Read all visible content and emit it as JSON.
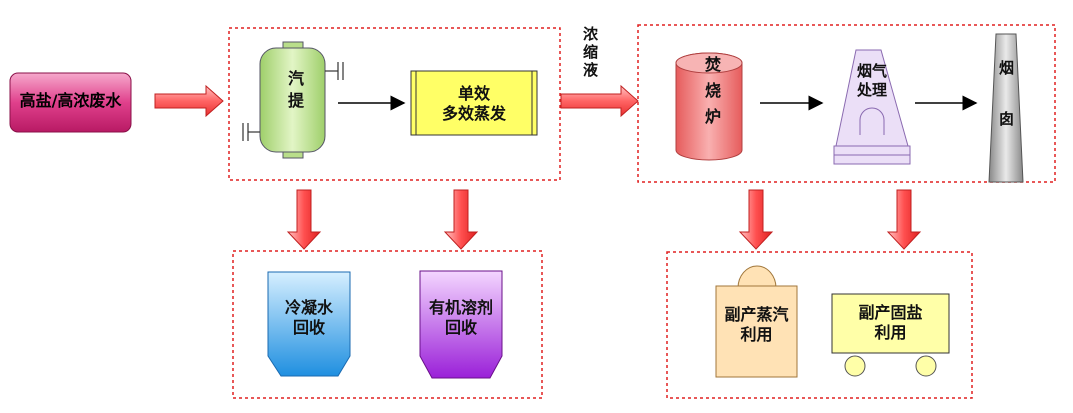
{
  "source": "高盐/高浓废水",
  "stripper": "汽提",
  "evaporator": [
    "单效",
    "多效蒸发"
  ],
  "concentrate": "浓缩液",
  "incinerator": "焚烧炉",
  "flue_gas": [
    "烟气",
    "处理"
  ],
  "chimney": "烟囱",
  "condensate": [
    "冷凝水",
    "回收"
  ],
  "solvent": [
    "有机溶剂",
    "回收"
  ],
  "steam": [
    "副产蒸汽",
    "利用"
  ],
  "salt": [
    "副产固盐",
    "利用"
  ],
  "colors": {
    "dashed_border": "#e02020",
    "arrow_fill": "#ff6b6b",
    "source_fill": "#d9267a",
    "stripper_fill": "#b9de8a",
    "evaporator_fill": "#ffff66",
    "incinerator_fill": "#f08080",
    "flue_fill": "#e6d9f5",
    "chimney_fill": "#bdbdbd",
    "condensate_fill": "#4aa8e8",
    "solvent_fill": "#b040e0",
    "steam_fill": "#ffe2b5",
    "salt_fill": "#ffffa8"
  }
}
